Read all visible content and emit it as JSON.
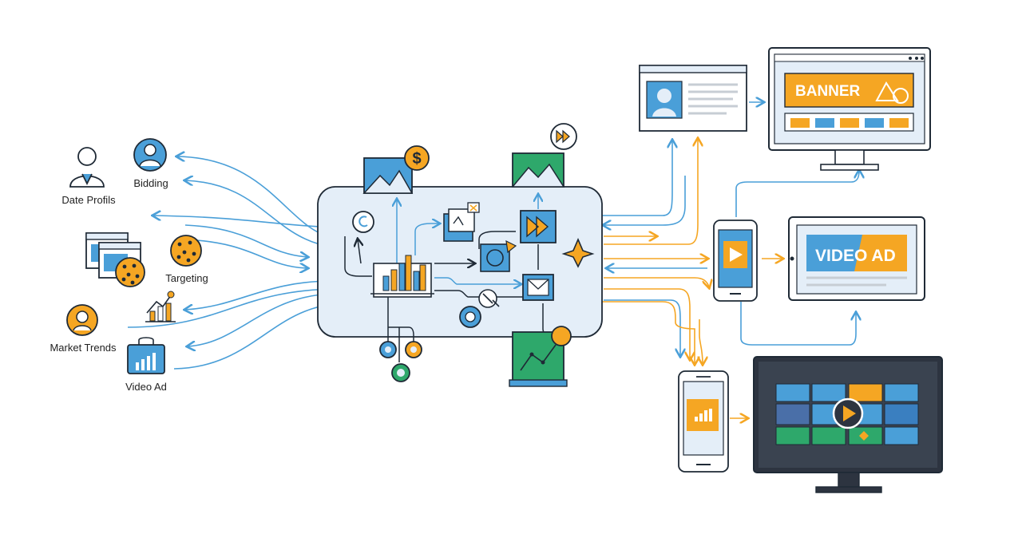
{
  "sources": {
    "data_profiles": "Date Profils",
    "bidding": "Bidding",
    "targeting": "Targeting",
    "market_trends": "Market Trends",
    "video_ad": "Video Ad"
  },
  "hub_icons": {
    "dollar": "$"
  },
  "outputs": {
    "banner_text": "BANNER",
    "video_ad_text": "VIDEO AD"
  },
  "colors": {
    "dark": "#1f2a36",
    "blue": "#4a9fd8",
    "hub_fill": "#e4eef8",
    "orange": "#f5a623",
    "green": "#2ea86b",
    "screen_dark": "#2d3440"
  }
}
